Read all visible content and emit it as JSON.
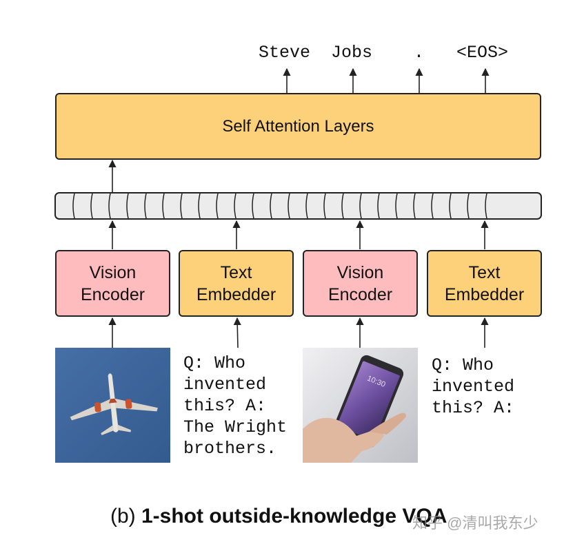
{
  "output_tokens": [
    "Steve",
    "Jobs",
    ".",
    "<EOS>"
  ],
  "attention": {
    "label": "Self Attention Layers"
  },
  "blocks": [
    {
      "line1": "Vision",
      "line2": "Encoder"
    },
    {
      "line1": "Text",
      "line2": "Embedder"
    },
    {
      "line1": "Vision",
      "line2": "Encoder"
    },
    {
      "line1": "Text",
      "line2": "Embedder"
    }
  ],
  "inputs": {
    "qa1": "Q: Who\ninvented\nthis? A:\nThe Wright\nbrothers.",
    "qa2": "Q: Who\ninvented\nthis? A:"
  },
  "caption": {
    "prefix": "(b) ",
    "bold": "1-shot outside-knowledge VQA"
  },
  "watermark": "知乎 @清叫我东少",
  "colors": {
    "attention_fill": "#fdd17a",
    "vision_fill": "#ffbcbf",
    "text_fill": "#fdd17a",
    "sequence_fill": "#ececec",
    "sky": "#3f689e"
  }
}
